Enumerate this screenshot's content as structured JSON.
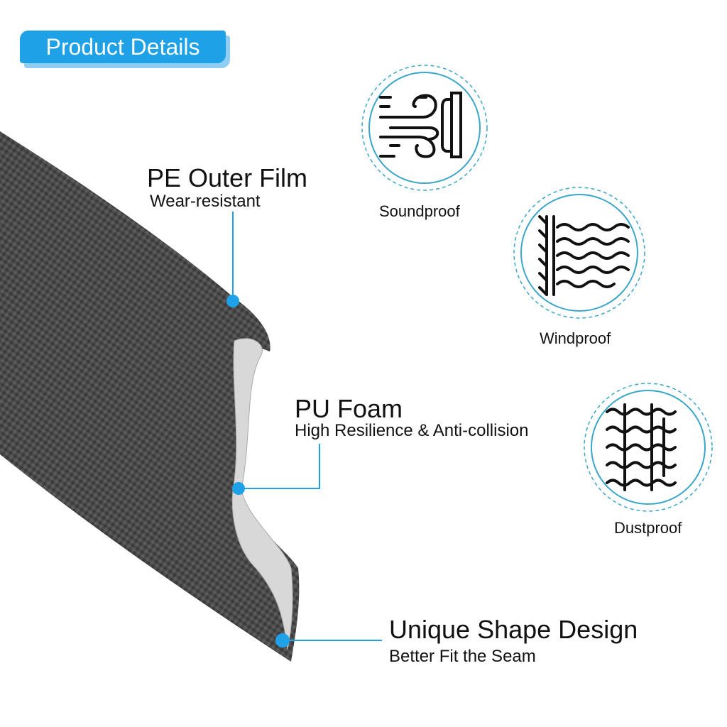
{
  "badge": {
    "label": "Product Details"
  },
  "callouts": [
    {
      "title": "PE Outer Film",
      "subtitle": "Wear-resistant"
    },
    {
      "title": "PU Foam",
      "subtitle": "High Resilience & Anti-collision"
    },
    {
      "title": "Unique Shape Design",
      "subtitle": "Better Fit the Seam"
    }
  ],
  "features": [
    {
      "label": "Soundproof",
      "icon": "soundproof-icon"
    },
    {
      "label": "Windproof",
      "icon": "windproof-icon"
    },
    {
      "label": "Dustproof",
      "icon": "dustproof-icon"
    }
  ],
  "colors": {
    "accent": "#1ea1e6",
    "ring": "#3aa6c8",
    "strip": "#4a4a4a"
  }
}
